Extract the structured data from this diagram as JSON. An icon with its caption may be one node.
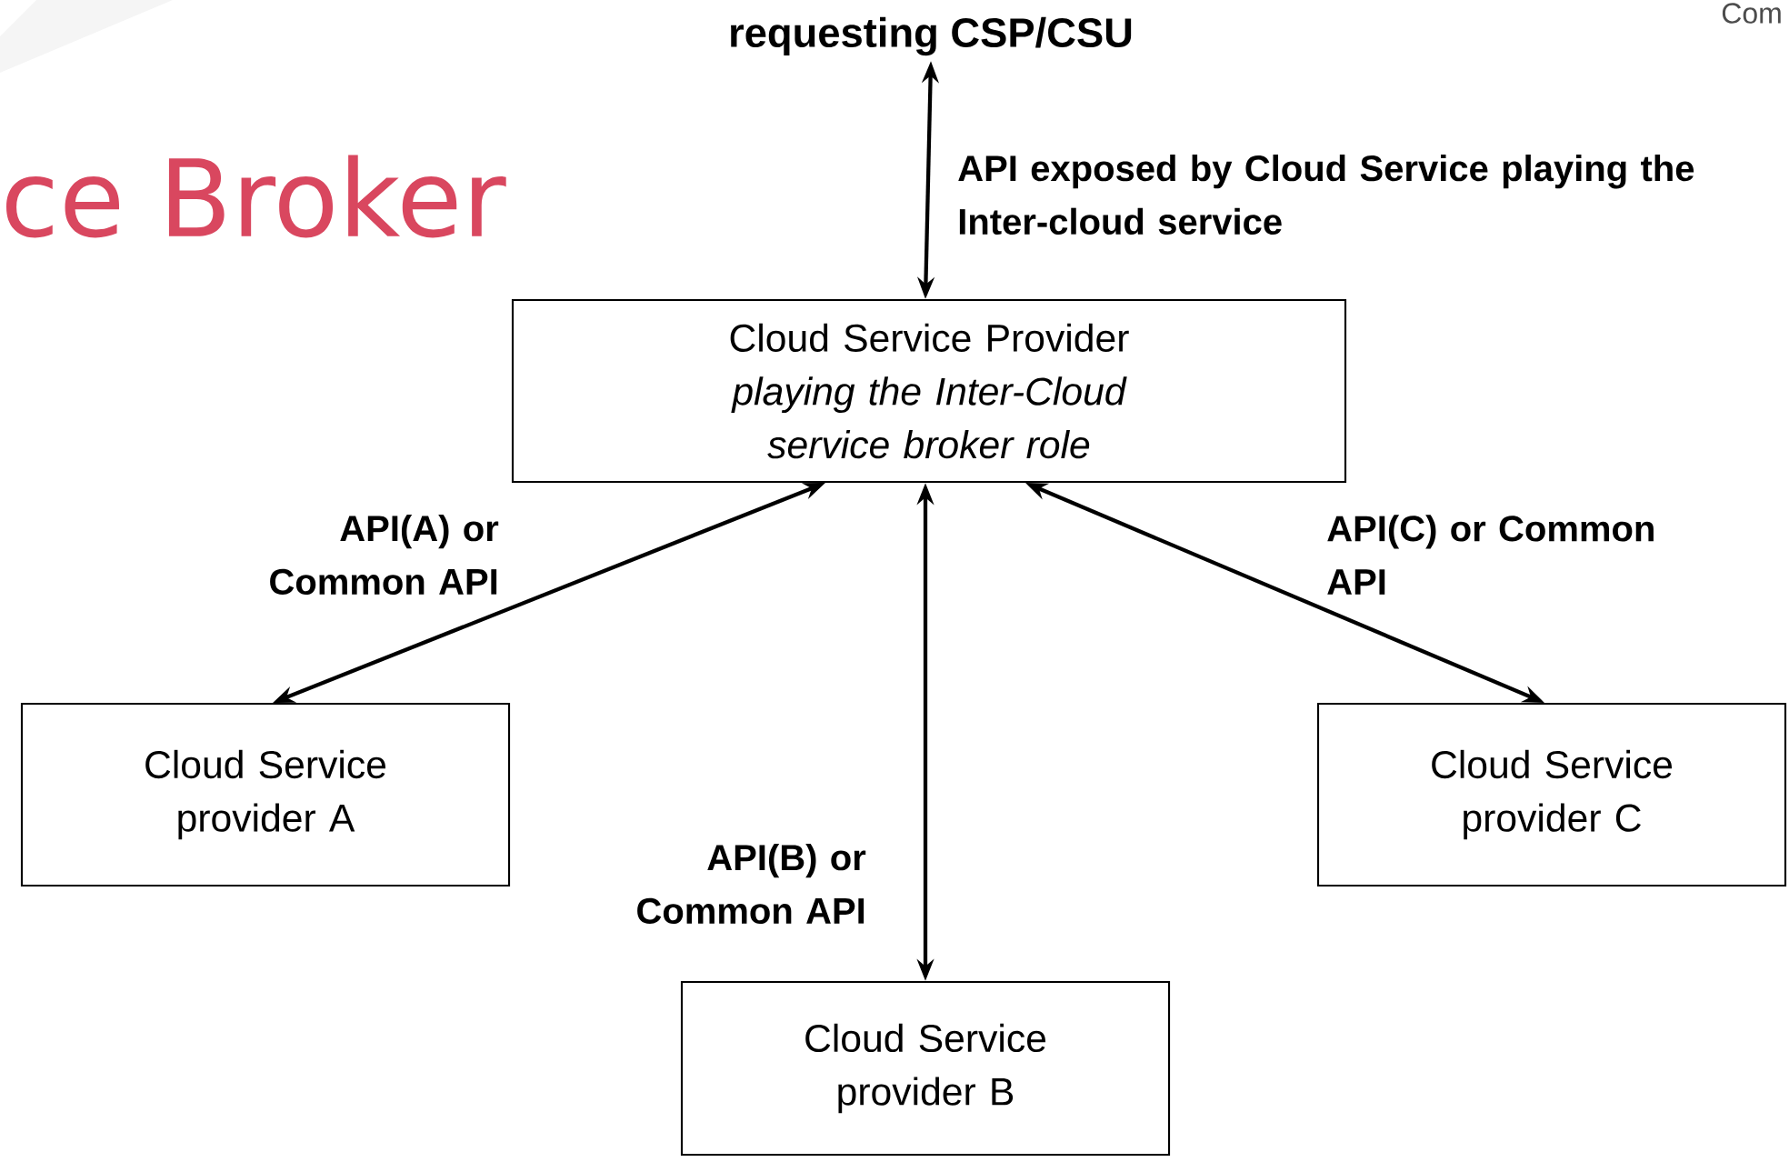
{
  "diagram": {
    "title": "ce Broker",
    "nodes": [
      {
        "text": [
          "requesting CSP/CSU"
        ]
      },
      {
        "text": [
          "Cloud Service Provider",
          "playing the Inter-Cloud service broker role"
        ]
      },
      {
        "text": [
          "Cloud Service provider A"
        ]
      },
      {
        "text": [
          "Cloud Service provider C"
        ]
      },
      {
        "text": [
          "Cloud Service provider B"
        ]
      }
    ],
    "edges": [
      {
        "from": 0,
        "to": 1,
        "arrow": "both",
        "label": "API exposed by Cloud Service playing the Inter-cloud service"
      },
      {
        "from": 1,
        "to": 2,
        "arrow": "both",
        "label": "API(A) or Common API"
      },
      {
        "from": 1,
        "to": 3,
        "arrow": "both",
        "label": "API(C) or Common API"
      },
      {
        "from": 1,
        "to": 4,
        "arrow": "both",
        "label": "API(B) or Common API"
      }
    ],
    "labels": [
      "Com"
    ]
  }
}
